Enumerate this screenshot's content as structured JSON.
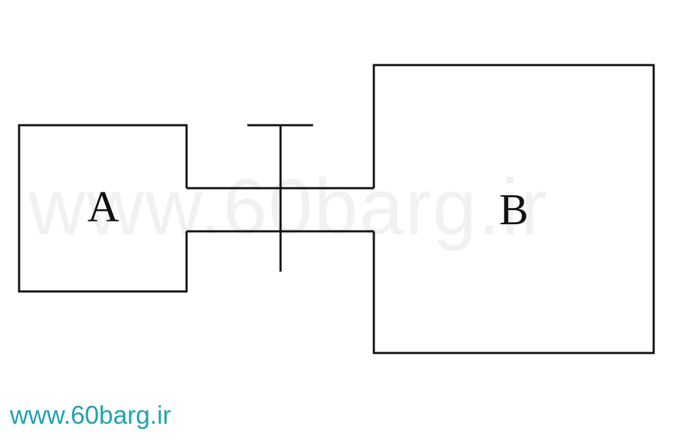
{
  "diagram": {
    "tank_a_label": "A",
    "tank_b_label": "B",
    "valve_icon": "valve-icon",
    "line_color": "#111111"
  },
  "watermark": {
    "text": "www.60barg.ir"
  },
  "footer": {
    "url": "www.60barg.ir",
    "color": "#1fa3b0"
  }
}
